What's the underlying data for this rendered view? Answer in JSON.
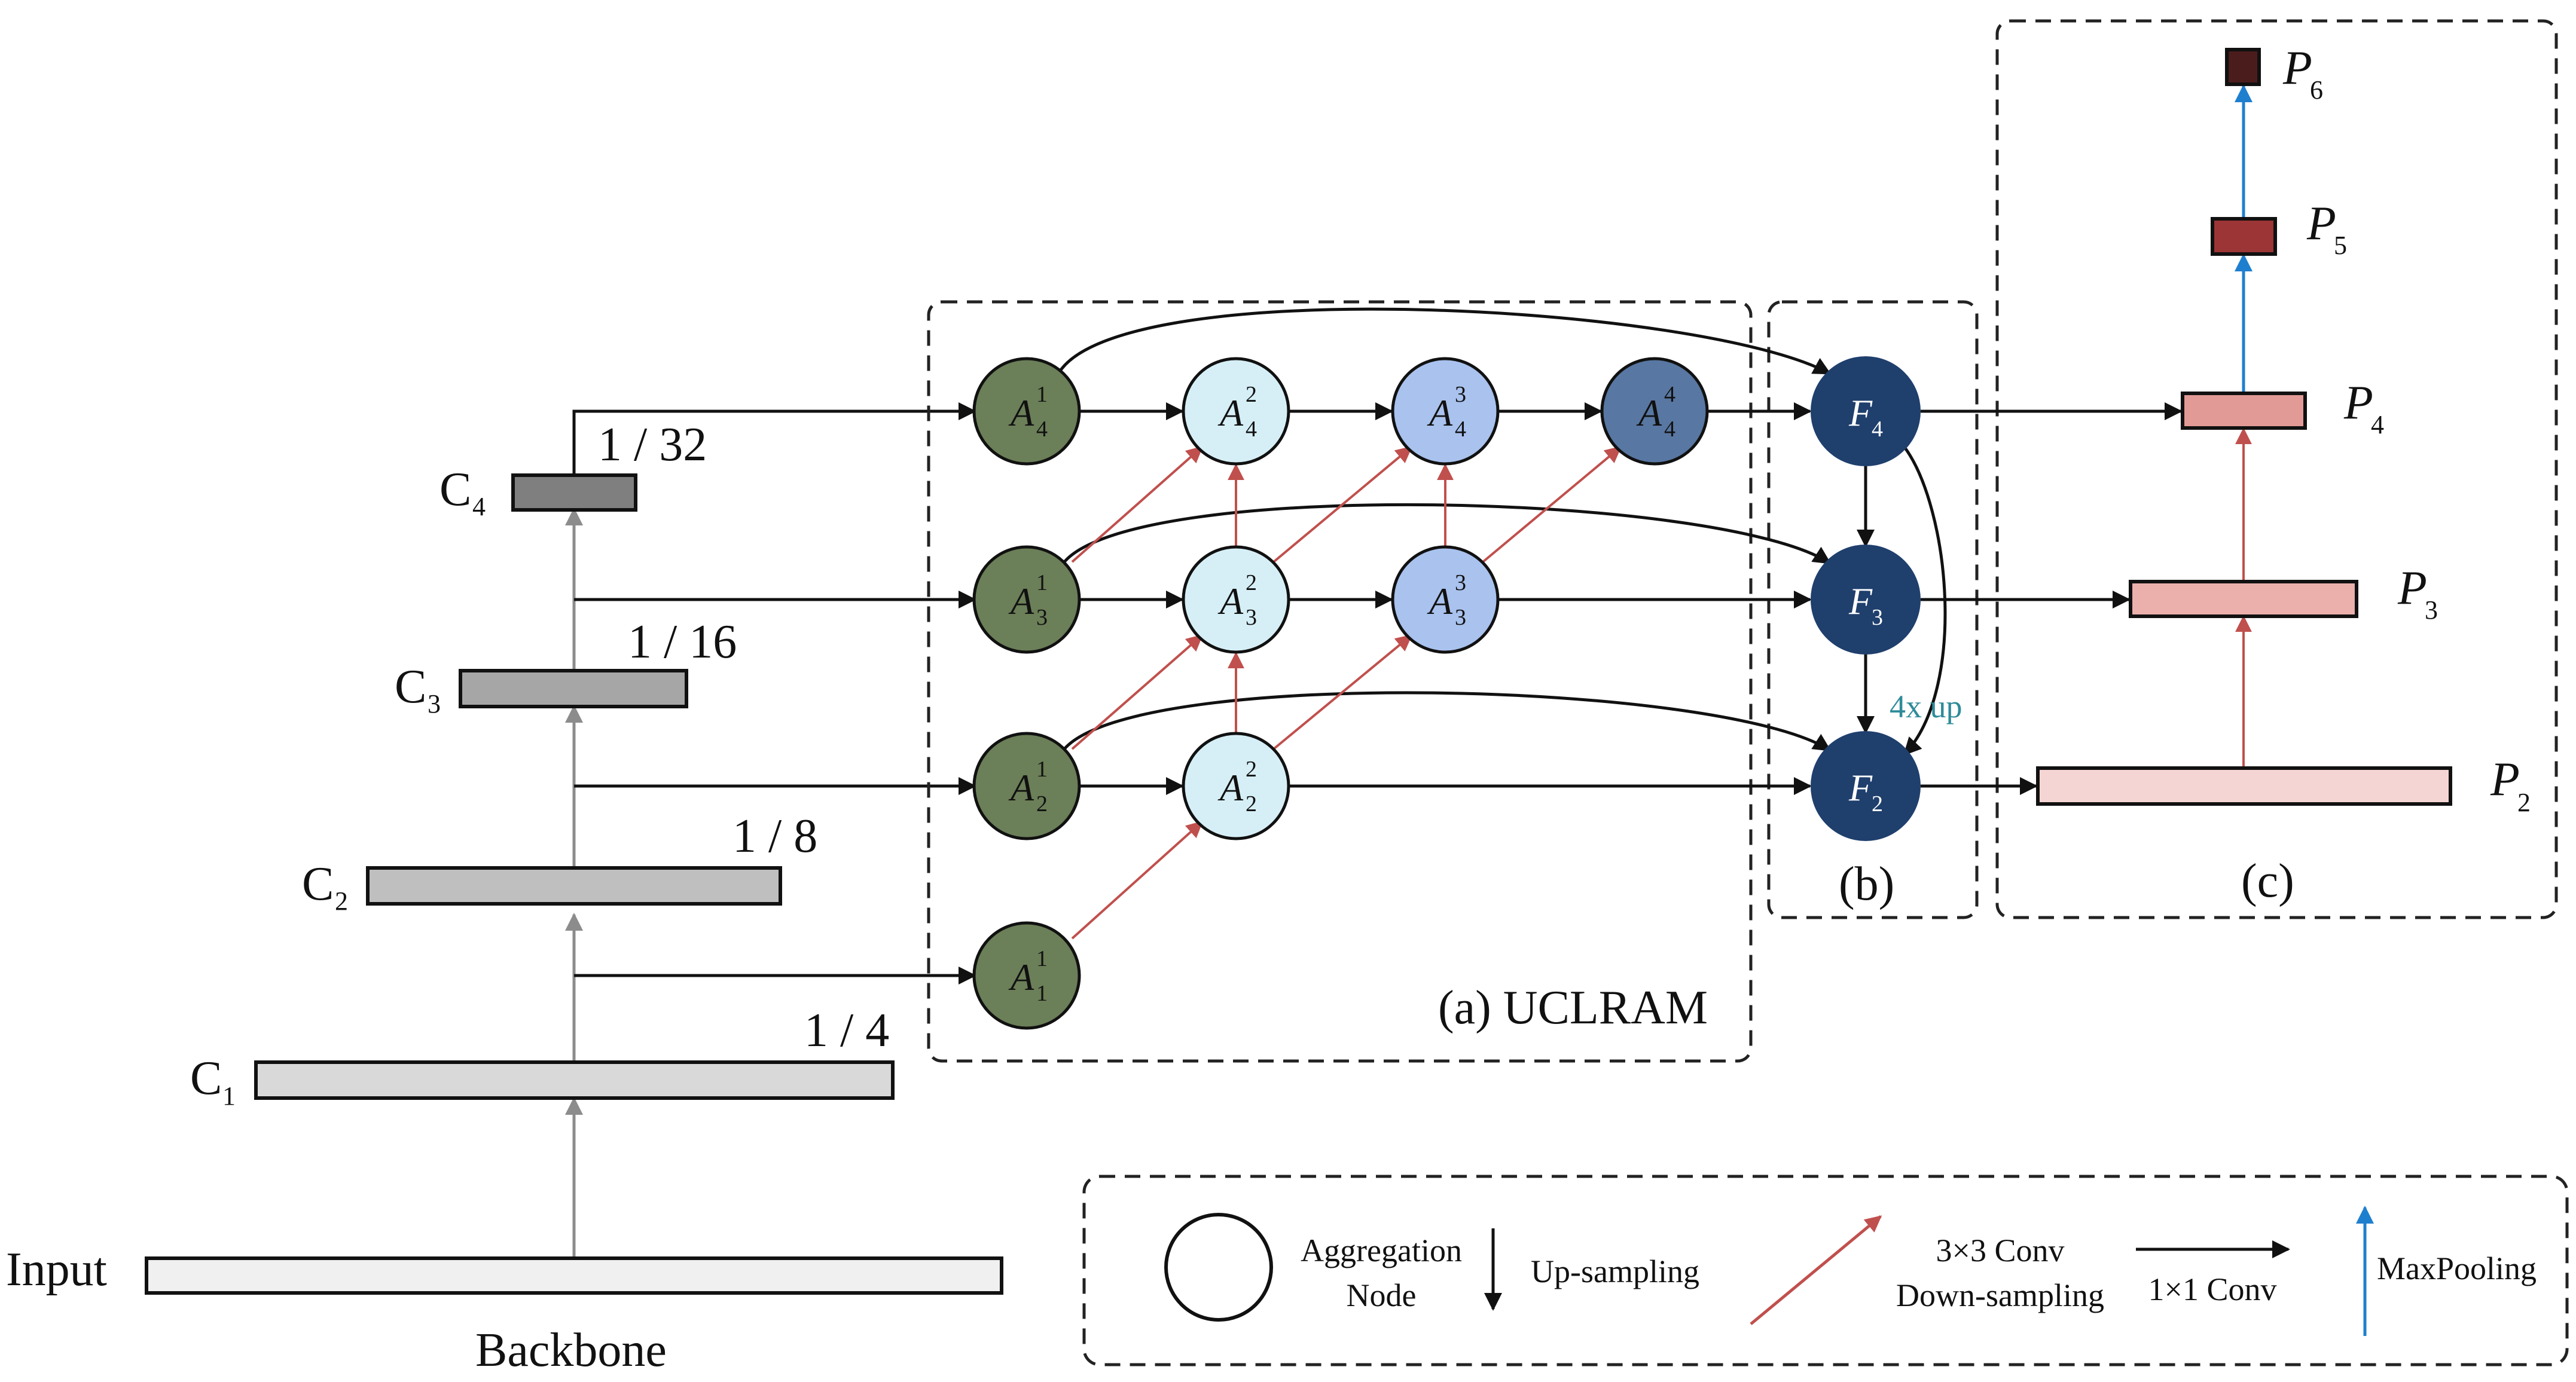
{
  "backbone": {
    "input_label": "Input",
    "caption": "Backbone",
    "stages": [
      {
        "letter": "C",
        "sub": "1",
        "scale": "1 / 4"
      },
      {
        "letter": "C",
        "sub": "2",
        "scale": "1 / 8"
      },
      {
        "letter": "C",
        "sub": "3",
        "scale": "1 / 16"
      },
      {
        "letter": "C",
        "sub": "4",
        "scale": "1 / 32"
      }
    ]
  },
  "uclram": {
    "caption": "(a) UCLRAM",
    "nodes": [
      {
        "id": "A41",
        "base": "A",
        "sub": "4",
        "sup": "1",
        "color": "#6b7f58"
      },
      {
        "id": "A42",
        "base": "A",
        "sub": "4",
        "sup": "2",
        "color": "#d6eff6"
      },
      {
        "id": "A43",
        "base": "A",
        "sub": "4",
        "sup": "3",
        "color": "#a9c2ee"
      },
      {
        "id": "A44",
        "base": "A",
        "sub": "4",
        "sup": "4",
        "color": "#5877a2"
      },
      {
        "id": "A31",
        "base": "A",
        "sub": "3",
        "sup": "1",
        "color": "#6b7f58"
      },
      {
        "id": "A32",
        "base": "A",
        "sub": "3",
        "sup": "2",
        "color": "#d6eff6"
      },
      {
        "id": "A33",
        "base": "A",
        "sub": "3",
        "sup": "3",
        "color": "#a9c2ee"
      },
      {
        "id": "A21",
        "base": "A",
        "sub": "2",
        "sup": "1",
        "color": "#6b7f58"
      },
      {
        "id": "A22",
        "base": "A",
        "sub": "2",
        "sup": "2",
        "color": "#d6eff6"
      },
      {
        "id": "A11",
        "base": "A",
        "sub": "1",
        "sup": "1",
        "color": "#6b7f58"
      }
    ]
  },
  "fusion": {
    "caption": "(b)",
    "upsample_note": "4x up",
    "nodes": [
      {
        "id": "F4",
        "base": "F",
        "sub": "4"
      },
      {
        "id": "F3",
        "base": "F",
        "sub": "3"
      },
      {
        "id": "F2",
        "base": "F",
        "sub": "2"
      }
    ],
    "color": "#1f3f6d"
  },
  "pyramid": {
    "caption": "(c)",
    "levels": [
      {
        "base": "P",
        "sub": "2",
        "color": "#f5d5d3"
      },
      {
        "base": "P",
        "sub": "3",
        "color": "#ebb0ac"
      },
      {
        "base": "P",
        "sub": "4",
        "color": "#e19a95"
      },
      {
        "base": "P",
        "sub": "5",
        "color": "#9c3535"
      },
      {
        "base": "P",
        "sub": "6",
        "color": "#4b1c1c"
      }
    ]
  },
  "legend": {
    "aggregation_line1": "Aggregation",
    "aggregation_line2": "Node",
    "upsampling": "Up-sampling",
    "conv3_line1": "3×3 Conv",
    "conv3_line2": "Down-sampling",
    "conv1": "1×1 Conv",
    "maxpool": "MaxPooling"
  },
  "colors": {
    "red_arrow": "#c0504d",
    "blue_arrow": "#1f7fcf",
    "gray_arrow": "#8c8c8c"
  }
}
